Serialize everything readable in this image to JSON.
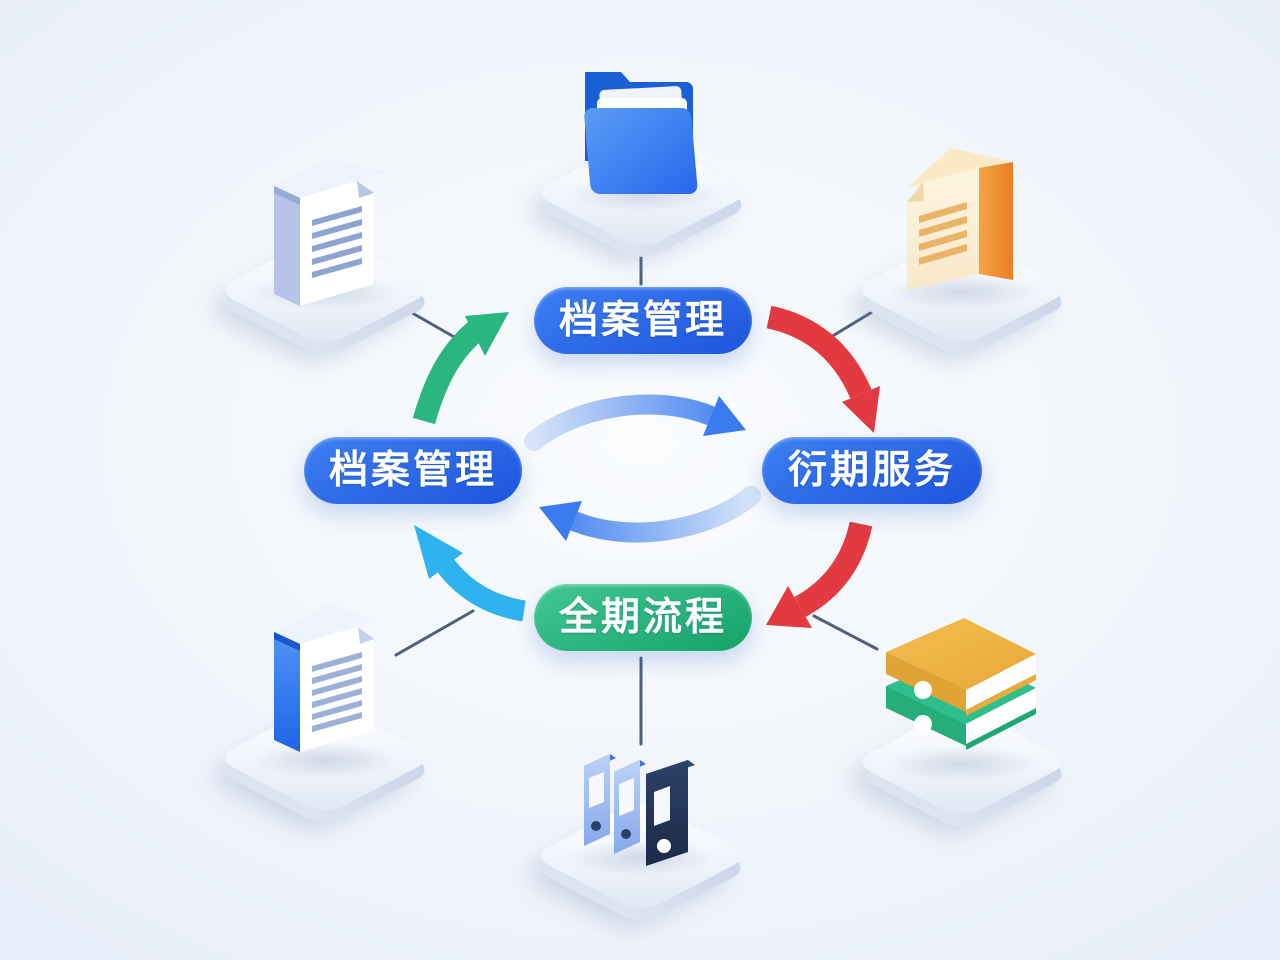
{
  "nodes": {
    "top": {
      "label": "档案管理",
      "color_top": "#3f80f3",
      "color_bottom": "#1b54db"
    },
    "left": {
      "label": "档案管理",
      "color_top": "#3f80f3",
      "color_bottom": "#1b54db"
    },
    "right": {
      "label": "衍期服务",
      "color_top": "#3f80f3",
      "color_bottom": "#1b54db"
    },
    "bottom": {
      "label": "全期流程",
      "color_top": "#41c795",
      "color_bottom": "#16a269"
    }
  },
  "arrows": {
    "left_to_top": {
      "color": "#2ab581",
      "direction": "up-right"
    },
    "top_to_right": {
      "color": "#e23a40",
      "direction": "down-right"
    },
    "right_to_bottom": {
      "color": "#e23a40",
      "direction": "down-left"
    },
    "bottom_to_left": {
      "color": "#2eb3f0",
      "direction": "up-left"
    },
    "cycle_left_right": {
      "color": "#3a7cf0",
      "tail_color": "#d7e4f8",
      "style": "double-curved"
    }
  },
  "connectors": {
    "color": "#4f5f7e"
  },
  "icons": {
    "top_center": "blue-folder-with-documents-icon",
    "top_left": "white-document-stack-icon",
    "top_right": "orange-document-book-icon",
    "bottom_left": "blue-document-book-icon",
    "bottom_right": "stacked-yellow-green-binders-icon",
    "bottom_center": "three-archive-binders-icon"
  }
}
